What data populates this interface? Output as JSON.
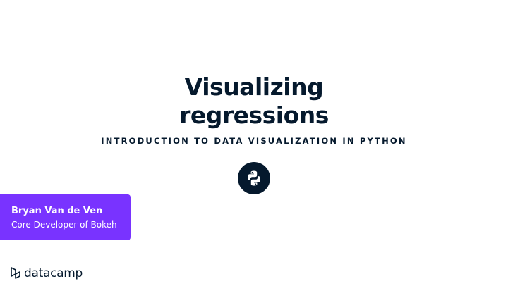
{
  "slide": {
    "title_line1": "Visualizing",
    "title_line2": "regressions",
    "course": "INTRODUCTION TO DATA VISUALIZATION IN PYTHON",
    "tech_icon": "python-logo-icon"
  },
  "author": {
    "name": "Bryan Van de Ven",
    "role": "Core Developer of Bokeh"
  },
  "brand": {
    "name": "datacamp",
    "icon": "datacamp-logo-icon"
  },
  "colors": {
    "navy": "#05192D",
    "purple": "#7933FF",
    "background": "#FFFFFF"
  }
}
